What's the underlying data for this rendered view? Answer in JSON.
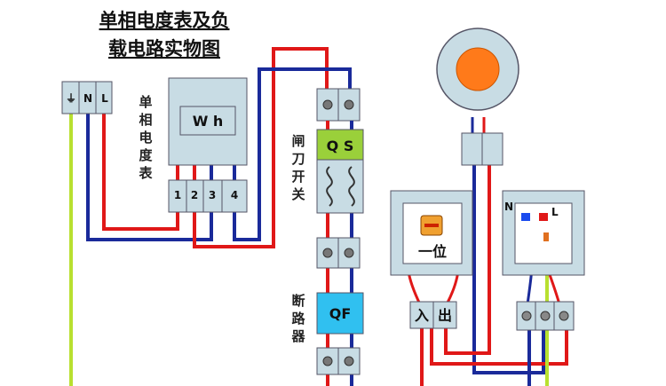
{
  "title": {
    "line1": "单相电度表及负",
    "line2": "载电路实物图"
  },
  "supply_terminals": {
    "earth": "⏚",
    "neutral": "N",
    "live": "L"
  },
  "meter": {
    "label_chars": [
      "单",
      "相",
      "电",
      "度",
      "表"
    ],
    "unit": "W h",
    "terminals": [
      "1",
      "2",
      "3",
      "4"
    ]
  },
  "knife_switch": {
    "label_chars": [
      "闸",
      "刀",
      "开",
      "关"
    ],
    "code": "Q S"
  },
  "breaker": {
    "label_chars": [
      "断",
      "路",
      "器"
    ],
    "code": "QF"
  },
  "light_switch": {
    "label": "一位",
    "in_label": "入",
    "out_label": "出"
  },
  "socket": {
    "n_label": "N",
    "l_label": "L"
  },
  "colors": {
    "live_wire": "#e01818",
    "neutral_wire": "#1a2a9a",
    "earth_wire": "#b8e030",
    "panel": "#c8dce4",
    "qs_green": "#9ad03a",
    "qf_cyan": "#30c0f0",
    "lamp_orange": "#ff7a1a"
  }
}
